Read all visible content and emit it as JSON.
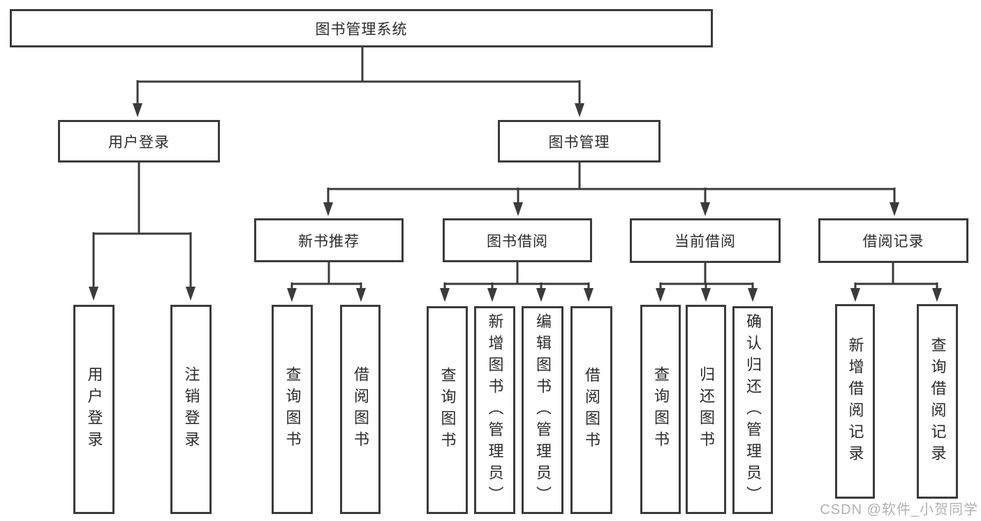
{
  "diagram": {
    "root": {
      "label": "图书管理系统"
    },
    "level2": [
      {
        "label": "用户登录"
      },
      {
        "label": "图书管理"
      }
    ],
    "level3": [
      {
        "label": "新书推荐"
      },
      {
        "label": "图书借阅"
      },
      {
        "label": "当前借阅"
      },
      {
        "label": "借阅记录"
      }
    ],
    "leaves": [
      {
        "label": "用户登录"
      },
      {
        "label": "注销登录"
      },
      {
        "label": "查询图书"
      },
      {
        "label": "借阅图书"
      },
      {
        "label": "查询图书"
      },
      {
        "label": "新增图书（管理员）"
      },
      {
        "label": "编辑图书（管理员）"
      },
      {
        "label": "借阅图书"
      },
      {
        "label": "查询图书"
      },
      {
        "label": "归还图书"
      },
      {
        "label": "确认归还（管理员）"
      },
      {
        "label": "新增借阅记录"
      },
      {
        "label": "查询借阅记录"
      }
    ]
  },
  "watermark": {
    "text": "CSDN @软件_小贺同学"
  },
  "colors": {
    "line": "#3b3b3b",
    "border": "#3b3b3b",
    "text": "#2b2b2b",
    "watermark": "#b2b2b2"
  }
}
